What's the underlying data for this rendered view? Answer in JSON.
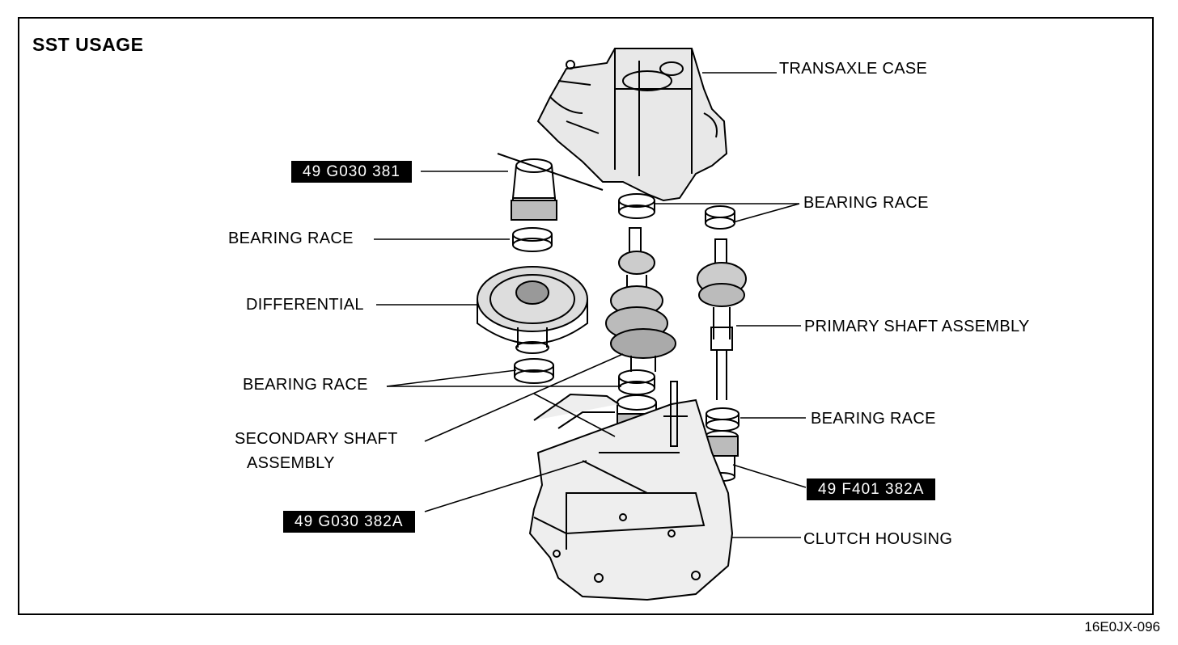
{
  "title": "SST USAGE",
  "labels": {
    "transaxle_case": "TRANSAXLE CASE",
    "bearing_race_top_right": "BEARING RACE",
    "bearing_race_left_upper": "BEARING RACE",
    "differential": "DIFFERENTIAL",
    "primary_shaft": "PRIMARY SHAFT ASSEMBLY",
    "bearing_race_left_lower": "BEARING RACE",
    "bearing_race_right_lower": "BEARING RACE",
    "secondary_shaft_line1": "SECONDARY SHAFT",
    "secondary_shaft_line2": "ASSEMBLY",
    "clutch_housing": "CLUTCH HOUSING"
  },
  "tools": {
    "tool_381": "49 G030 381",
    "tool_382a_right": "49 F401 382A",
    "tool_382a_left": "49 G030 382A"
  },
  "doc_id": "16E0JX-096"
}
